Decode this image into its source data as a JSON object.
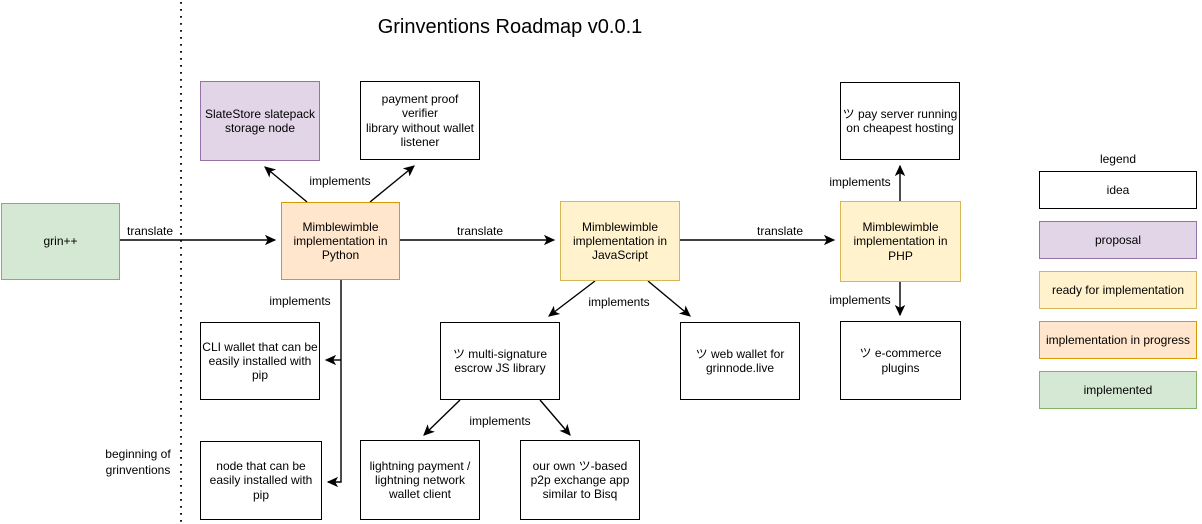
{
  "title": "Grinventions Roadmap v0.0.1",
  "annotations": {
    "beginning": "beginning of\ngrinventions"
  },
  "colors": {
    "idea_fill": "#ffffff",
    "idea_border": "#000000",
    "proposal_fill": "#e1d5e7",
    "proposal_border": "#9673a6",
    "ready_fill": "#fff2cc",
    "ready_border": "#d6b656",
    "progress_fill": "#ffe6cc",
    "progress_border": "#d79b00",
    "implemented_fill": "#d5e8d4",
    "implemented_border": "#82b366"
  },
  "nodes": {
    "grinpp": {
      "label": "grin++",
      "status": "implemented"
    },
    "slatestore": {
      "label": "SlateStore slatepack\nstorage node",
      "status": "proposal"
    },
    "payment_proof": {
      "label": "payment proof verifier\nlibrary without wallet\nlistener",
      "status": "idea"
    },
    "python": {
      "label": "Mimblewimble\nimplementation in\nPython",
      "status": "implementation in progress"
    },
    "javascript": {
      "label": "Mimblewimble\nimplementation in\nJavaScript",
      "status": "ready for implementation"
    },
    "php": {
      "label": "Mimblewimble\nimplementation in\nPHP",
      "status": "ready for implementation"
    },
    "pay_server": {
      "label": "ツ pay server running\non cheapest hosting",
      "status": "idea"
    },
    "cli_wallet": {
      "label": "CLI wallet that can be\neasily installed with\npip",
      "status": "idea"
    },
    "pip_node": {
      "label": "node that can be\neasily installed with\npip",
      "status": "idea"
    },
    "multisig": {
      "label": "ツ multi-signature\nescrow JS library",
      "status": "idea"
    },
    "web_wallet": {
      "label": "ツ web wallet for\ngrinnode.live",
      "status": "idea"
    },
    "ecommerce": {
      "label": "ツ e-commerce\nplugins",
      "status": "idea"
    },
    "lightning": {
      "label": "lightning payment /\nlightning network\nwallet client",
      "status": "idea"
    },
    "p2p_exchange": {
      "label": "our own ツ-based\np2p exchange app\nsimilar to Bisq",
      "status": "idea"
    }
  },
  "edges": [
    {
      "from": "grinpp",
      "to": "python",
      "label": "translate"
    },
    {
      "from": "python",
      "to": "slatestore",
      "label": "implements"
    },
    {
      "from": "python",
      "to": "payment_proof",
      "label": "implements"
    },
    {
      "from": "python",
      "to": "javascript",
      "label": "translate"
    },
    {
      "from": "python",
      "to": "cli_wallet",
      "label": "implements"
    },
    {
      "from": "python",
      "to": "pip_node",
      "label": "implements"
    },
    {
      "from": "javascript",
      "to": "multisig",
      "label": "implements"
    },
    {
      "from": "javascript",
      "to": "web_wallet",
      "label": "implements"
    },
    {
      "from": "javascript",
      "to": "php",
      "label": "translate"
    },
    {
      "from": "php",
      "to": "pay_server",
      "label": "implements"
    },
    {
      "from": "php",
      "to": "ecommerce",
      "label": "implements"
    },
    {
      "from": "multisig",
      "to": "lightning",
      "label": "implements"
    },
    {
      "from": "multisig",
      "to": "p2p_exchange",
      "label": "implements"
    }
  ],
  "legend": {
    "title": "legend",
    "items": [
      {
        "label": "idea",
        "fill": "#ffffff",
        "border": "#000000"
      },
      {
        "label": "proposal",
        "fill": "#e1d5e7",
        "border": "#9673a6"
      },
      {
        "label": "ready for implementation",
        "fill": "#fff2cc",
        "border": "#d6b656"
      },
      {
        "label": "implementation in progress",
        "fill": "#ffe6cc",
        "border": "#d79b00"
      },
      {
        "label": "implemented",
        "fill": "#d5e8d4",
        "border": "#82b366"
      }
    ]
  }
}
